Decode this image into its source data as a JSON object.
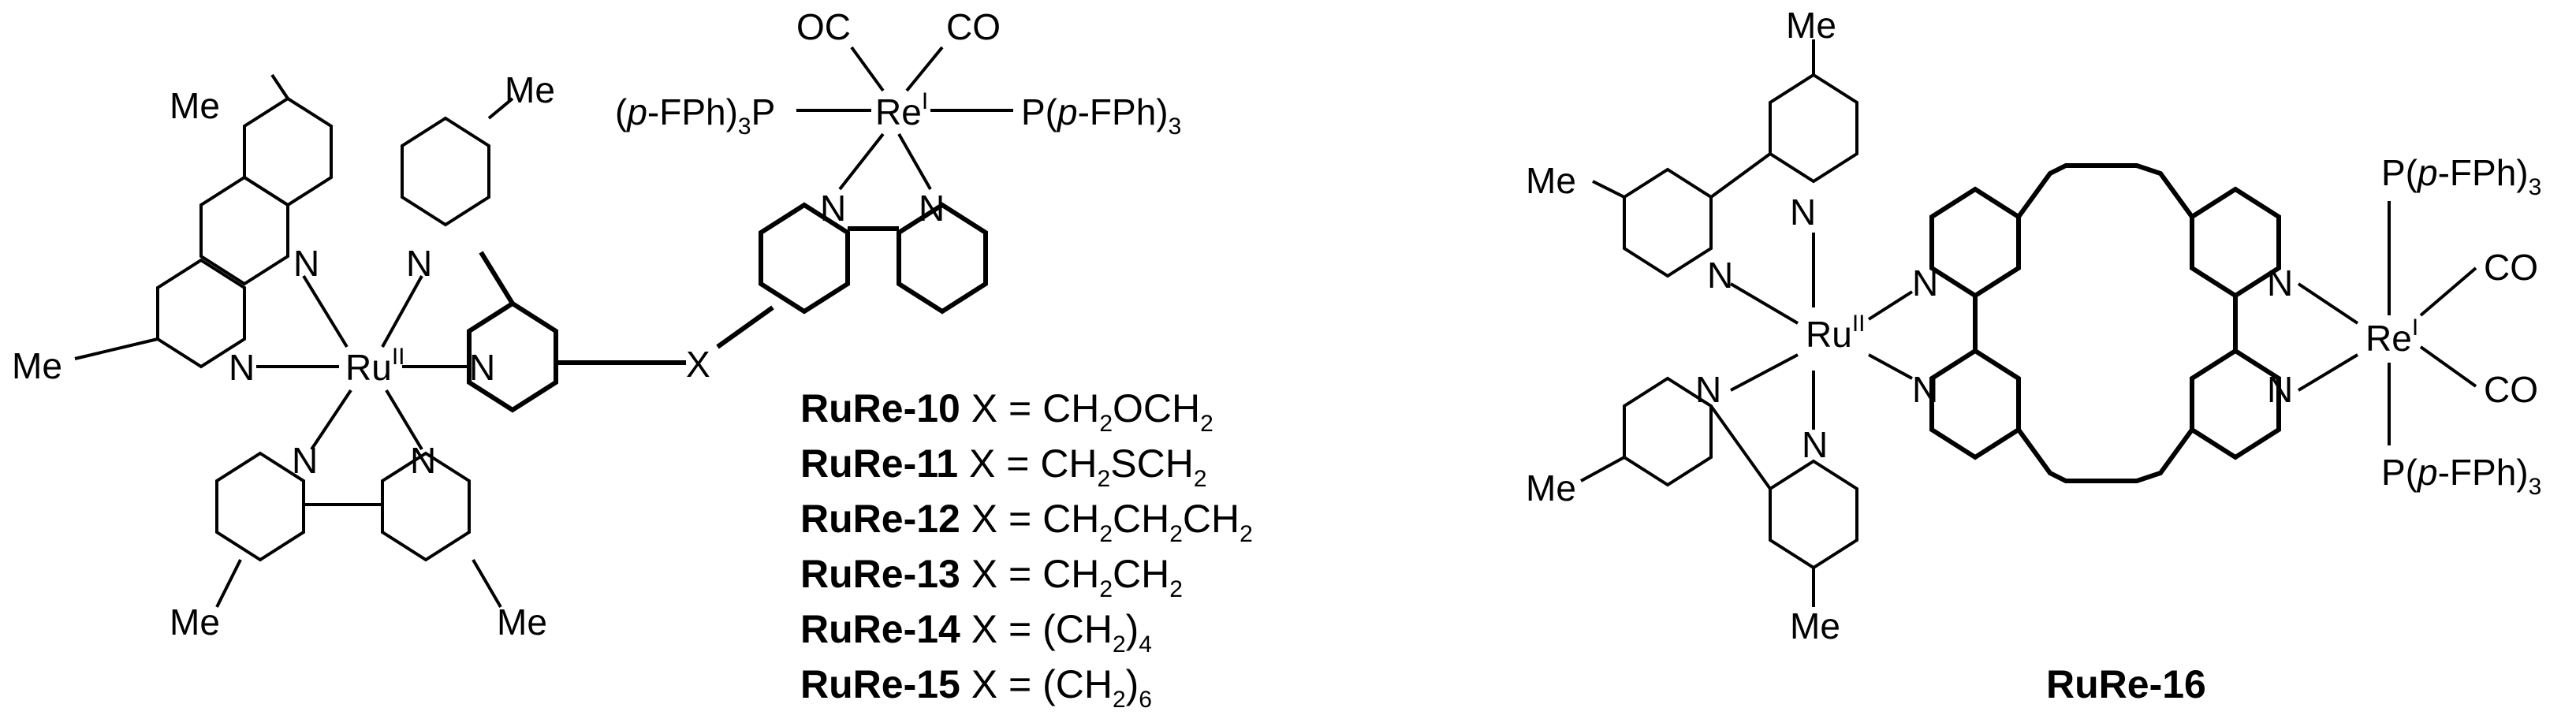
{
  "left": {
    "metal_ru": "Ru",
    "ru_ox": "II",
    "metal_re": "Re",
    "re_ox": "I",
    "n": "N",
    "me": "Me",
    "co": "CO",
    "oc": "OC",
    "p_left_pre": "(",
    "p_left_p": "p",
    "p_left_mid": "-FPh)",
    "p_left_sub": "3",
    "p_left_end": "P",
    "p_right_pre": "P(",
    "p_right_p": "p",
    "p_right_mid": "-FPh)",
    "p_right_sub": "3",
    "linker": "X",
    "compounds": [
      {
        "name": "RuRe-10",
        "x": "X = CH",
        "parts": [
          [
            "2",
            "OCH"
          ],
          [
            "2",
            ""
          ]
        ]
      },
      {
        "name": "RuRe-11",
        "x": "X = CH",
        "parts": [
          [
            "2",
            "SCH"
          ],
          [
            "2",
            ""
          ]
        ]
      },
      {
        "name": "RuRe-12",
        "x": "X = CH",
        "parts": [
          [
            "2",
            "CH"
          ],
          [
            "2",
            "CH"
          ],
          [
            "2",
            ""
          ]
        ]
      },
      {
        "name": "RuRe-13",
        "x": "X = CH",
        "parts": [
          [
            "2",
            "CH"
          ],
          [
            "2",
            ""
          ]
        ]
      },
      {
        "name": "RuRe-14",
        "x": "X = (CH",
        "parts": [
          [
            "2",
            ")"
          ],
          [
            "4",
            ""
          ]
        ]
      },
      {
        "name": "RuRe-15",
        "x": "X = (CH",
        "parts": [
          [
            "2",
            ")"
          ],
          [
            "6",
            ""
          ]
        ]
      }
    ]
  },
  "right": {
    "metal_ru": "Ru",
    "ru_ox": "II",
    "metal_re": "Re",
    "re_ox": "I",
    "n": "N",
    "me": "Me",
    "co": "CO",
    "p_pre": "P(",
    "p_p": "p",
    "p_mid": "-FPh)",
    "p_sub": "3",
    "compound_name": "RuRe-16"
  }
}
